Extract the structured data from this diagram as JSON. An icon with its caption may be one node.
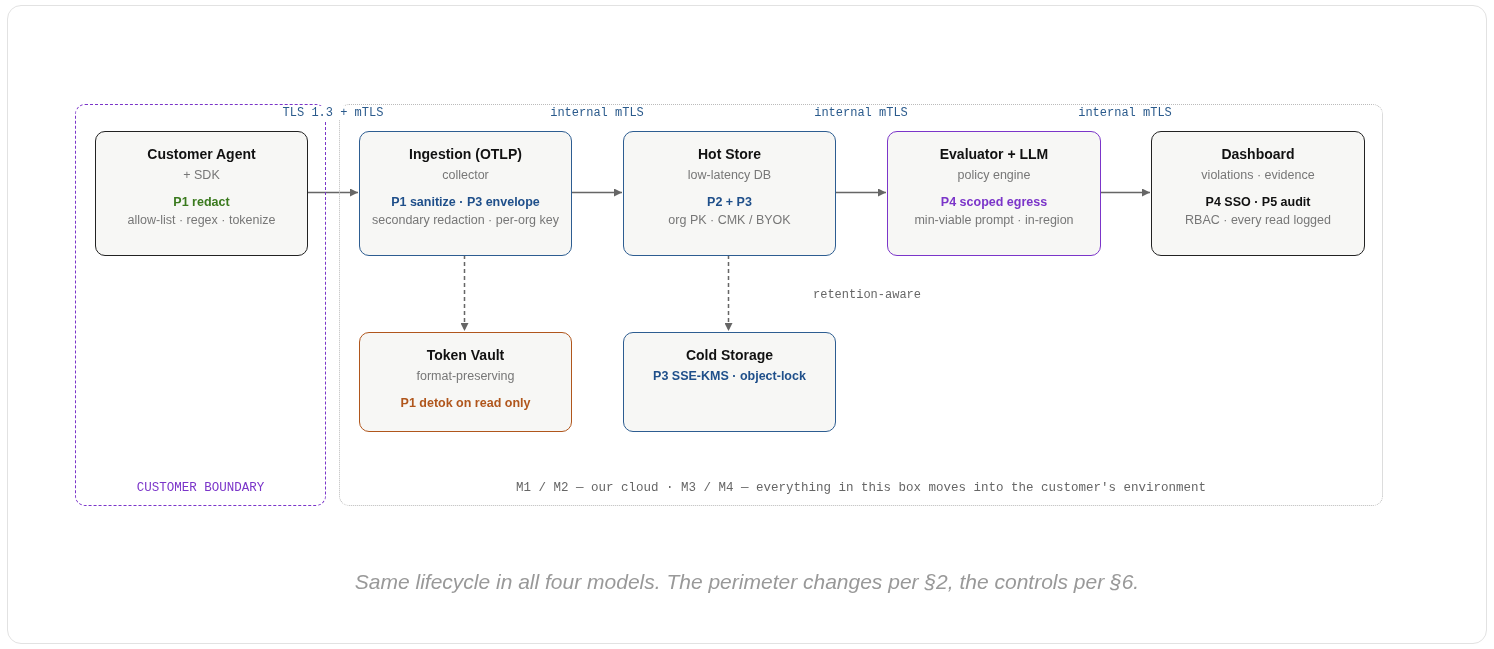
{
  "diagram": {
    "caption": "Same lifecycle in all four models. The perimeter changes per §2, the controls per §6.",
    "nodes": [
      {
        "text": [
          "CUSTOMER BOUNDARY"
        ]
      },
      {
        "text": [
          "M1 / M2 — our cloud · M3 / M4 — everything in this box moves into the customer's environment"
        ]
      },
      {
        "text": [
          "Customer Agent",
          "+ SDK",
          "P1 redact",
          "allow-list · regex · tokenize"
        ],
        "in": 0
      },
      {
        "text": [
          "Ingestion (OTLP)",
          "collector",
          "P1 sanitize · P3 envelope",
          "secondary redaction · per-org key"
        ],
        "in": 1
      },
      {
        "text": [
          "Hot Store",
          "low-latency DB",
          "P2 + P3",
          "org PK · CMK / BYOK"
        ],
        "in": 1
      },
      {
        "text": [
          "Evaluator + LLM",
          "policy engine",
          "P4 scoped egress",
          "min-viable prompt · in-region"
        ],
        "in": 1
      },
      {
        "text": [
          "Dashboard",
          "violations · evidence",
          "P4 SSO · P5 audit",
          "RBAC · every read logged"
        ],
        "in": 1
      },
      {
        "text": [
          "Token Vault",
          "format-preserving",
          "P1 detok on read only"
        ],
        "in": 1
      },
      {
        "text": [
          "Cold Storage",
          "P3 SSE-KMS · object-lock"
        ],
        "in": 1
      }
    ],
    "edges": [
      {
        "from": 2,
        "to": 3,
        "arrow": "to"
      },
      {
        "from": 3,
        "to": 4,
        "arrow": "to"
      },
      {
        "from": 4,
        "to": 5,
        "arrow": "to"
      },
      {
        "from": 5,
        "to": 6,
        "arrow": "to"
      },
      {
        "from": 3,
        "to": 7,
        "arrow": "to",
        "style": "dashed"
      },
      {
        "from": 4,
        "to": 8,
        "arrow": "to",
        "style": "dashed"
      }
    ],
    "labels": [
      "TLS 1.3 + mTLS",
      "internal mTLS",
      "internal mTLS",
      "internal mTLS",
      "retention-aware"
    ]
  }
}
